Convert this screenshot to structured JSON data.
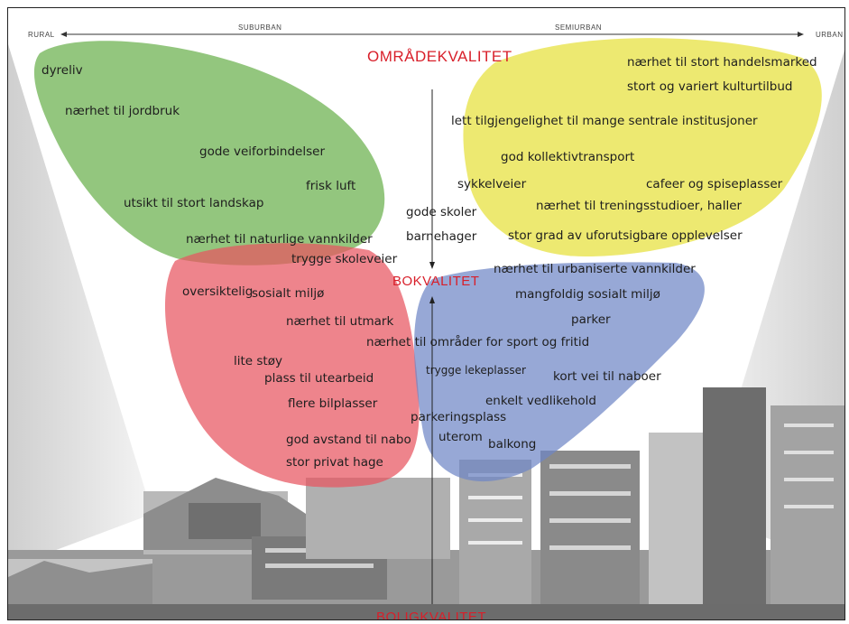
{
  "scale": {
    "rural": "RURAL",
    "suburban": "SUBURBAN",
    "semiurban": "SEMIURBAN",
    "urban": "URBAN"
  },
  "axis": {
    "top": "OMRÅDEKVALITET",
    "middle": "BOKVALITET",
    "bottom": "BOLIGKVALITET"
  },
  "colors": {
    "rural_area": "#6ab04c",
    "urban_area": "#e6e03a",
    "rural_housing": "#e8555f",
    "urban_housing": "#6f86c6",
    "accent_text": "#d81f2a",
    "photo_strip": "#8a8a8a"
  },
  "terms": {
    "green": [
      "dyreliv",
      "nærhet til jordbruk",
      "gode veiforbindelser",
      "frisk luft",
      "utsikt til stort landskap",
      "nærhet til naturlige vannkilder",
      "trygge skoleveier"
    ],
    "yellow": [
      "nærhet til stort handelsmarked",
      "stort og variert kulturtilbud",
      "lett tilgjengelighet  til mange sentrale institusjoner",
      "god kollektivtransport",
      "sykkelveier",
      "cafeer og spiseplasser",
      "nærhet til treningsstudioer, haller",
      "stor grad av uforutsigbare opplevelser"
    ],
    "center": [
      "gode skoler",
      "barnehager"
    ],
    "red": [
      "oversiktelig",
      "sosialt miljø",
      "nærhet til utmark",
      "lite støy",
      "plass til utearbeid",
      "flere bilplasser",
      "god avstand til nabo",
      "stor privat hage"
    ],
    "blue": [
      "nærhet til urbaniserte vannkilder",
      "mangfoldig sosialt miljø",
      "parker",
      "nærhet til områder for sport og fritid",
      "trygge lekeplasser",
      "kort vei til naboer",
      "enkelt vedlikehold",
      "parkeringsplass",
      "uterom",
      "balkong"
    ]
  }
}
